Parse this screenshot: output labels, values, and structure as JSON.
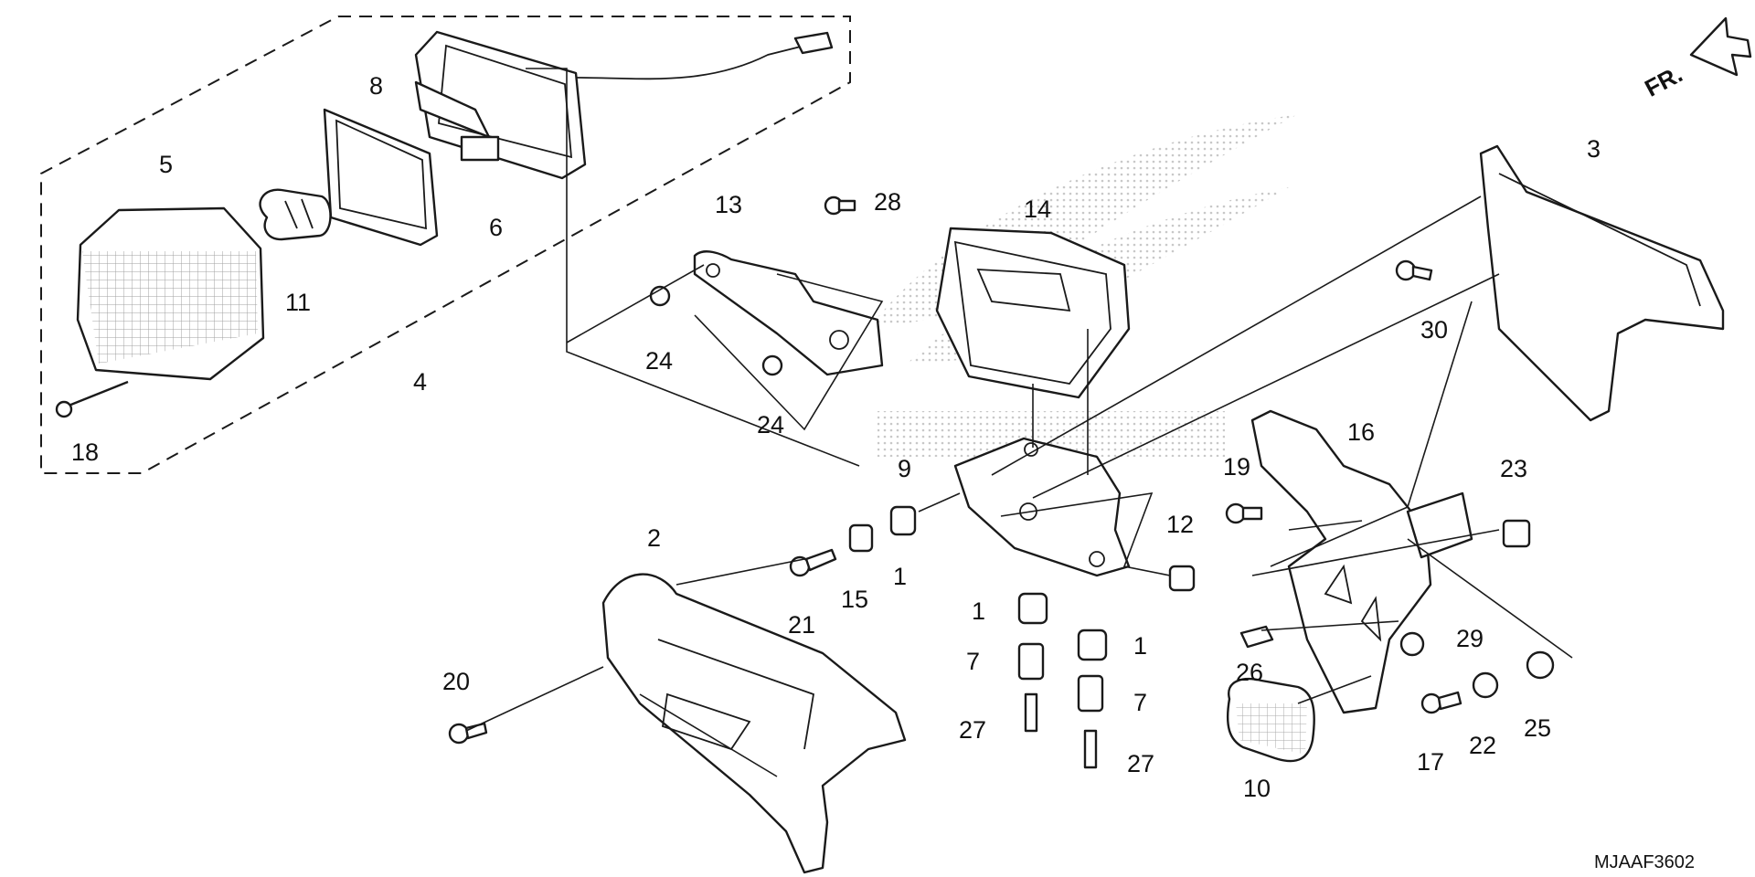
{
  "diagram": {
    "drawing_code": "MJAAF3602",
    "direction_label": "FR.",
    "accent_color": "#1a1a1a",
    "watermark_color": "#c8c8c8",
    "callouts": [
      {
        "id": "c1a",
        "label": "1"
      },
      {
        "id": "c1b",
        "label": "1"
      },
      {
        "id": "c1c",
        "label": "1"
      },
      {
        "id": "c2",
        "label": "2"
      },
      {
        "id": "c3",
        "label": "3"
      },
      {
        "id": "c4",
        "label": "4"
      },
      {
        "id": "c5",
        "label": "5"
      },
      {
        "id": "c6",
        "label": "6"
      },
      {
        "id": "c7a",
        "label": "7"
      },
      {
        "id": "c7b",
        "label": "7"
      },
      {
        "id": "c8",
        "label": "8"
      },
      {
        "id": "c9",
        "label": "9"
      },
      {
        "id": "c10",
        "label": "10"
      },
      {
        "id": "c11",
        "label": "11"
      },
      {
        "id": "c12",
        "label": "12"
      },
      {
        "id": "c13",
        "label": "13"
      },
      {
        "id": "c14",
        "label": "14"
      },
      {
        "id": "c15",
        "label": "15"
      },
      {
        "id": "c16",
        "label": "16"
      },
      {
        "id": "c17",
        "label": "17"
      },
      {
        "id": "c18",
        "label": "18"
      },
      {
        "id": "c19",
        "label": "19"
      },
      {
        "id": "c20",
        "label": "20"
      },
      {
        "id": "c21",
        "label": "21"
      },
      {
        "id": "c22",
        "label": "22"
      },
      {
        "id": "c23",
        "label": "23"
      },
      {
        "id": "c24a",
        "label": "24"
      },
      {
        "id": "c24b",
        "label": "24"
      },
      {
        "id": "c25",
        "label": "25"
      },
      {
        "id": "c26",
        "label": "26"
      },
      {
        "id": "c27a",
        "label": "27"
      },
      {
        "id": "c27b",
        "label": "27"
      },
      {
        "id": "c28",
        "label": "28"
      },
      {
        "id": "c29",
        "label": "29"
      },
      {
        "id": "c30",
        "label": "30"
      }
    ]
  }
}
